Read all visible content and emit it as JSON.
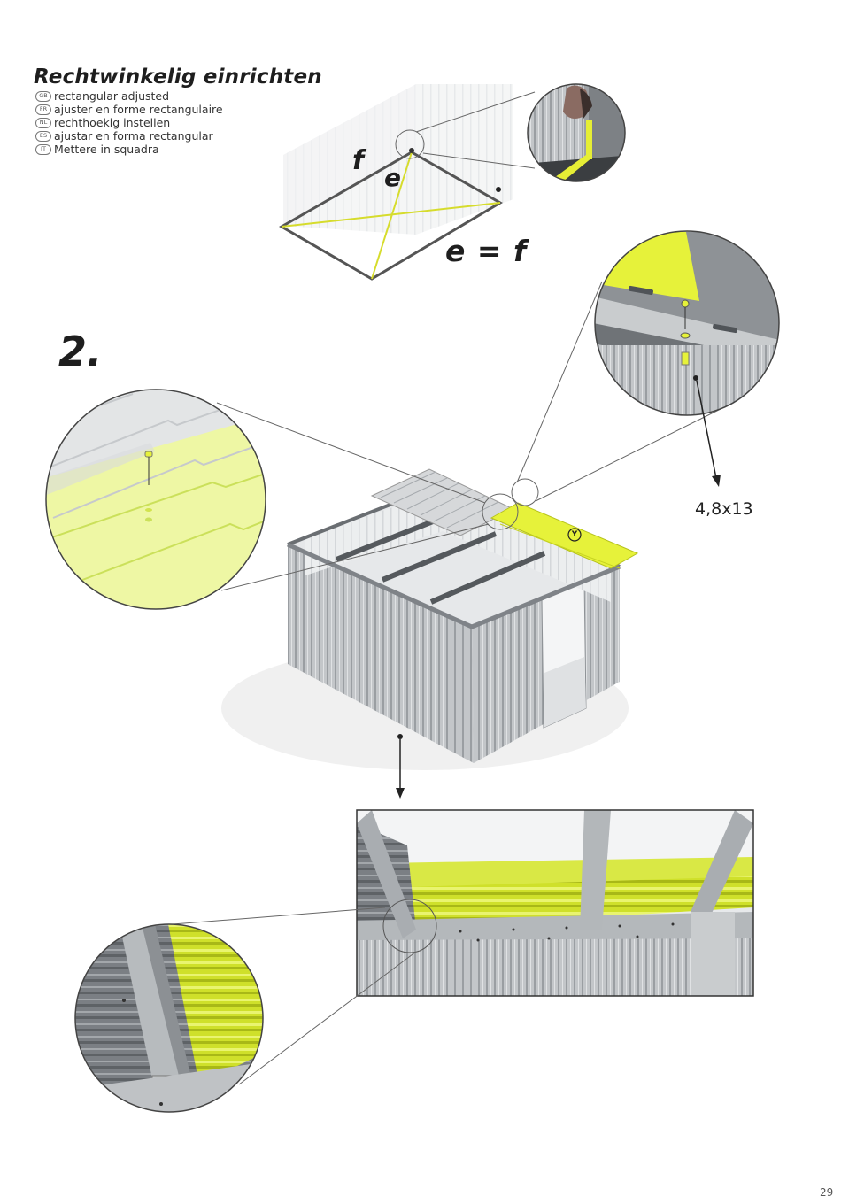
{
  "header": {
    "title": "Rechtwinkelig einrichten",
    "translations": [
      {
        "code": "GB",
        "text": "rectangular adjusted"
      },
      {
        "code": "FR",
        "text": "ajuster en forme rectangulaire"
      },
      {
        "code": "NL",
        "text": "rechthoekig instellen"
      },
      {
        "code": "ES",
        "text": "ajustar en forma rectangular"
      },
      {
        "code": "IT",
        "text": "Mettere in squadra"
      }
    ]
  },
  "diagram1": {
    "label_f": "f",
    "label_e": "e",
    "equation": "e = f"
  },
  "step": {
    "number": "2.",
    "part_marker": "Y",
    "screw_size": "4,8x13"
  },
  "colors": {
    "accent": "#e6f23a",
    "accent_light": "#eef7a4",
    "metal": "#b9bcbf",
    "metal_dark": "#8e9296",
    "line": "#333333"
  },
  "page": {
    "number": "29"
  }
}
